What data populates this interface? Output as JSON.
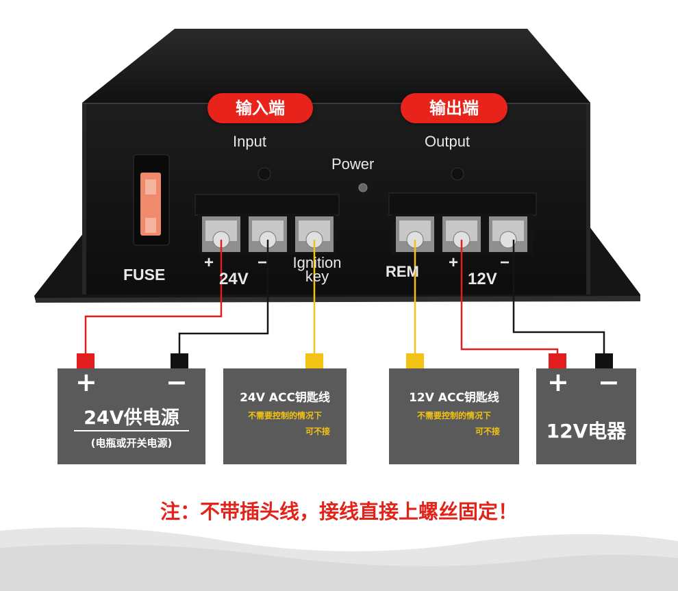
{
  "device": {
    "input_tag": "输入端",
    "output_tag": "输出端",
    "input_label": "Input",
    "output_label": "Output",
    "power_label": "Power",
    "fuse_label": "FUSE",
    "input_plus": "+",
    "input_minus": "−",
    "input_voltage": "24V",
    "ignition_label_1": "Ignition",
    "ignition_label_2": "key",
    "rem_label": "REM",
    "output_plus": "+",
    "output_minus": "−",
    "output_voltage": "12V"
  },
  "wire_colors": {
    "positive": "#e11d1d",
    "negative": "#151515",
    "acc": "#f2c215"
  },
  "boxes": {
    "supply": {
      "plus": "+",
      "minus": "−",
      "title": "24V供电源",
      "subtitle": "(电瓶或开关电源)"
    },
    "acc24": {
      "title": "24V ACC钥匙线",
      "note_1": "不需要控制的情况下",
      "note_2": "可不接"
    },
    "acc12": {
      "title": "12V ACC钥匙线",
      "note_1": "不需要控制的情况下",
      "note_2": "可不接"
    },
    "appliance": {
      "plus": "+",
      "minus": "−",
      "title": "12V电器"
    }
  },
  "footer_note": "注：不带插头线，接线直接上螺丝固定！"
}
